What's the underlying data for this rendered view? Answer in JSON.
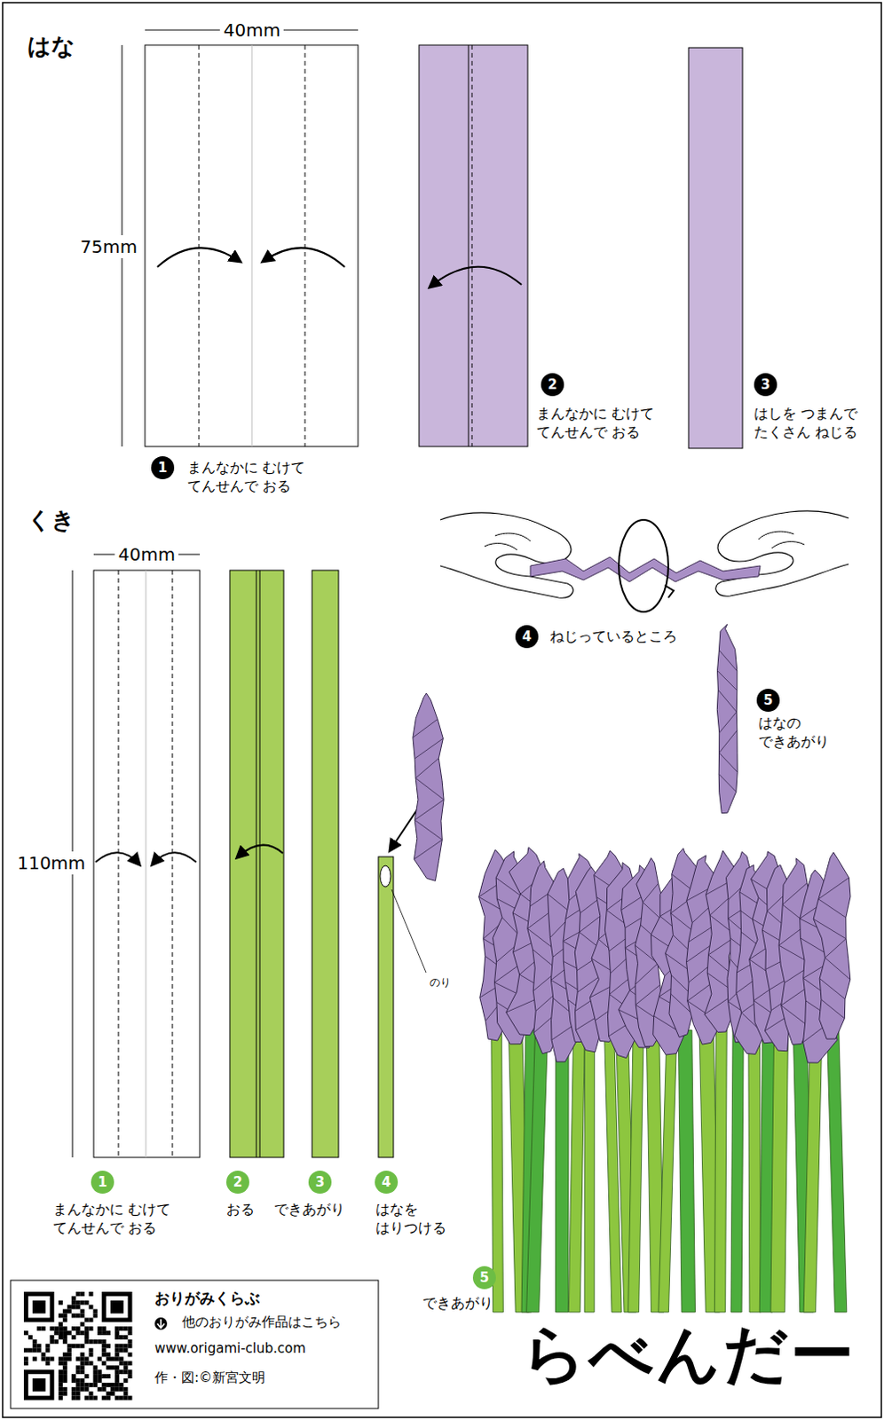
{
  "diagram": {
    "title": "らべんだー",
    "nodes": [
      {
        "text": [
          "1"
        ]
      },
      {
        "text": [
          "2"
        ]
      },
      {
        "text": [
          "3"
        ]
      },
      {
        "text": [
          "4"
        ]
      },
      {
        "text": [
          "5"
        ]
      },
      {
        "text": [
          "1"
        ]
      },
      {
        "text": [
          "2"
        ]
      },
      {
        "text": [
          "3"
        ]
      },
      {
        "text": [
          "4"
        ]
      },
      {
        "text": [
          "5"
        ]
      },
      {
        "text": [
          "おりがみくらぶ",
          "他のおりがみ作品はこちら",
          "www.origami-club.com",
          "作・図:©新宮文明"
        ]
      }
    ],
    "labels": [
      "はな",
      "40mm",
      "75mm",
      "まんなかに むけて てんせんで おる",
      "まんなかに むけて てんせんで おる",
      "はしを つまんで たくさん ねじる",
      "ねじっているところ",
      "はなの できあがり",
      "くき",
      "40mm",
      "110mm",
      "まんなかに むけて てんせんで おる",
      "おる",
      "できあがり",
      "はなを はりつける",
      "のり",
      "できあがり"
    ]
  }
}
